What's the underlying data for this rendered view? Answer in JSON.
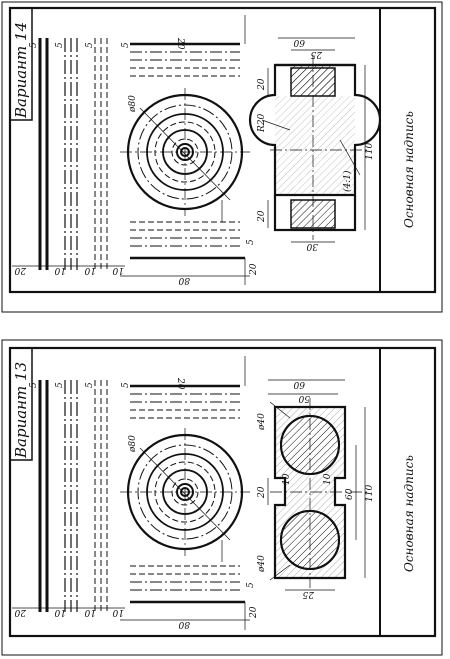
{
  "sheets": [
    {
      "title": "Вариант 14",
      "stamp": "Основная надпись",
      "dims": {
        "five_a": "5",
        "five_b": "5",
        "five_c": "5",
        "five_d": "5",
        "five_e": "5",
        "twenty_top": "20",
        "twenty_left": "20",
        "twenty_bottom": "20",
        "ten_a": "10",
        "ten_b": "10",
        "ten_c": "10",
        "eighty": "80",
        "phi80": "ø80",
        "sixty": "60",
        "twenty_five": "25",
        "twenty_sec_top": "20",
        "r20": "R20",
        "twenty_sec_bot": "20",
        "thirty": "30",
        "one_ten": "110",
        "slope": "(4:1)"
      }
    },
    {
      "title": "Вариант 13",
      "stamp": "Основная надпись",
      "dims": {
        "five_a": "5",
        "five_b": "5",
        "five_c": "5",
        "five_d": "5",
        "five_e": "5",
        "twenty_top": "20",
        "twenty_left": "20",
        "twenty_bottom": "20",
        "ten_a": "10",
        "ten_b": "10",
        "ten_c": "10",
        "eighty": "80",
        "phi80": "ø80",
        "sixty": "60",
        "fifty": "50",
        "phi40_top": "ø40",
        "phi40_bot": "ø40",
        "twenty_mid": "20",
        "ten_mid_a": "10",
        "ten_mid_b": "10",
        "sixty_right": "60",
        "one_ten": "110",
        "twenty_five": "25"
      }
    }
  ]
}
